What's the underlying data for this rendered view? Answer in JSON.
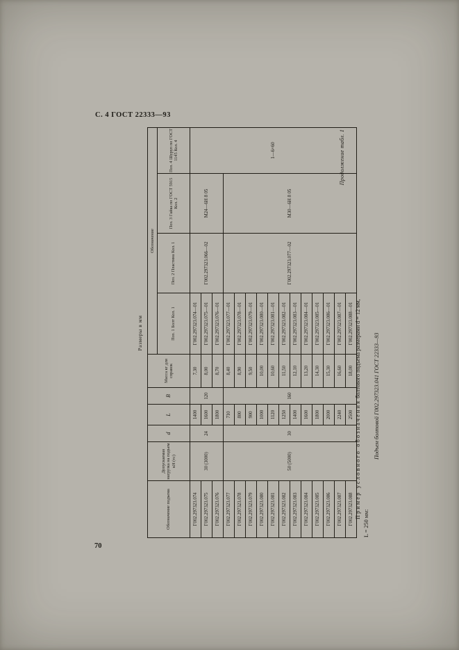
{
  "page": {
    "header": "С. 4 ГОСТ 22333—93",
    "page_number": "70",
    "continuation": "Продолжение табл. 1",
    "units_note": "Размеры в мм"
  },
  "table": {
    "group_header": "Обозначение",
    "columns": {
      "designation": "Обозначение подъема",
      "load": "Допускаемая нагрузка на подъем кН (тс)",
      "d": "d",
      "L": "L",
      "B": "B",
      "mass": "Масса кг для справок",
      "pos1": "Поз. 1 Болт Кол. 1",
      "pos2": "Поз. 2 Пластина Кол. 1",
      "pos3": "Поз. 3 Гайка по ГОСТ 5915 Кол. 2",
      "pos4": "Поз. 4 Шуруп по ГОСТ 1145 Кол. 4"
    },
    "pos4_value": "1—6×60",
    "groups": [
      {
        "load": "30 (3000)",
        "d": "24",
        "B": "120",
        "pos2": "Г002.297323.066—02",
        "pos3": "М24—6Н 8 05",
        "rows": [
          {
            "designation": "Г002.297323.074",
            "L": "1400",
            "mass": "7,30",
            "pos1": "Г002.297323.074—01"
          },
          {
            "designation": "Г002.297323.075",
            "L": "1600",
            "mass": "8,00",
            "pos1": "Г002.297323.075—01"
          },
          {
            "designation": "Г002.297323.076",
            "L": "1800",
            "mass": "8,70",
            "pos1": "Г002.297323.076—01"
          }
        ]
      },
      {
        "load": "50 (5000)",
        "d": "30",
        "B": "160",
        "pos2": "Г002.297323.077—02",
        "pos3": "М30—6Н 8 05",
        "rows": [
          {
            "designation": "Г002.297323.077",
            "L": "710",
            "mass": "8,40",
            "pos1": "Г002.297323.077—01"
          },
          {
            "designation": "Г002.297323.078",
            "L": "800",
            "mass": "8,90",
            "pos1": "Г002.297323.078—01"
          },
          {
            "designation": "Г002.297323.079",
            "L": "900",
            "mass": "9,50",
            "pos1": "Г002.297323.079—01"
          },
          {
            "designation": "Г002.297323.080",
            "L": "1000",
            "mass": "10,00",
            "pos1": "Г002.297323.080—01"
          },
          {
            "designation": "Г002.297323.081",
            "L": "1120",
            "mass": "10,60",
            "pos1": "Г002.297323.081—01"
          },
          {
            "designation": "Г002.297323.082",
            "L": "1250",
            "mass": "11,50",
            "pos1": "Г002.297323.082—01"
          },
          {
            "designation": "Г002.297323.083",
            "L": "1400",
            "mass": "12,10",
            "pos1": "Г002.297323.083—01"
          },
          {
            "designation": "Г002.297323.084",
            "L": "1600",
            "mass": "13,20",
            "pos1": "Г002.297323.084—01"
          },
          {
            "designation": "Г002.297323.085",
            "L": "1800",
            "mass": "14,30",
            "pos1": "Г002.297323.085—01"
          },
          {
            "designation": "Г002.297323.086",
            "L": "2000",
            "mass": "15,30",
            "pos1": "Г002.297323.086—01"
          },
          {
            "designation": "Г002.297323.087",
            "L": "2240",
            "mass": "16,60",
            "pos1": "Г002.297323.087—01"
          },
          {
            "designation": "Г002.297323.088",
            "L": "2500",
            "mass": "18,00",
            "pos1": "Г002.297323.088—01"
          }
        ]
      }
    ]
  },
  "example": {
    "intro": "Пример условного обозначения",
    "body": "болтового подъема размерами d = 12 мм,",
    "line2": "L = 250 мм:",
    "result": "Подъем болтовой Г002.297323.041 ГОСТ 22333—93"
  }
}
